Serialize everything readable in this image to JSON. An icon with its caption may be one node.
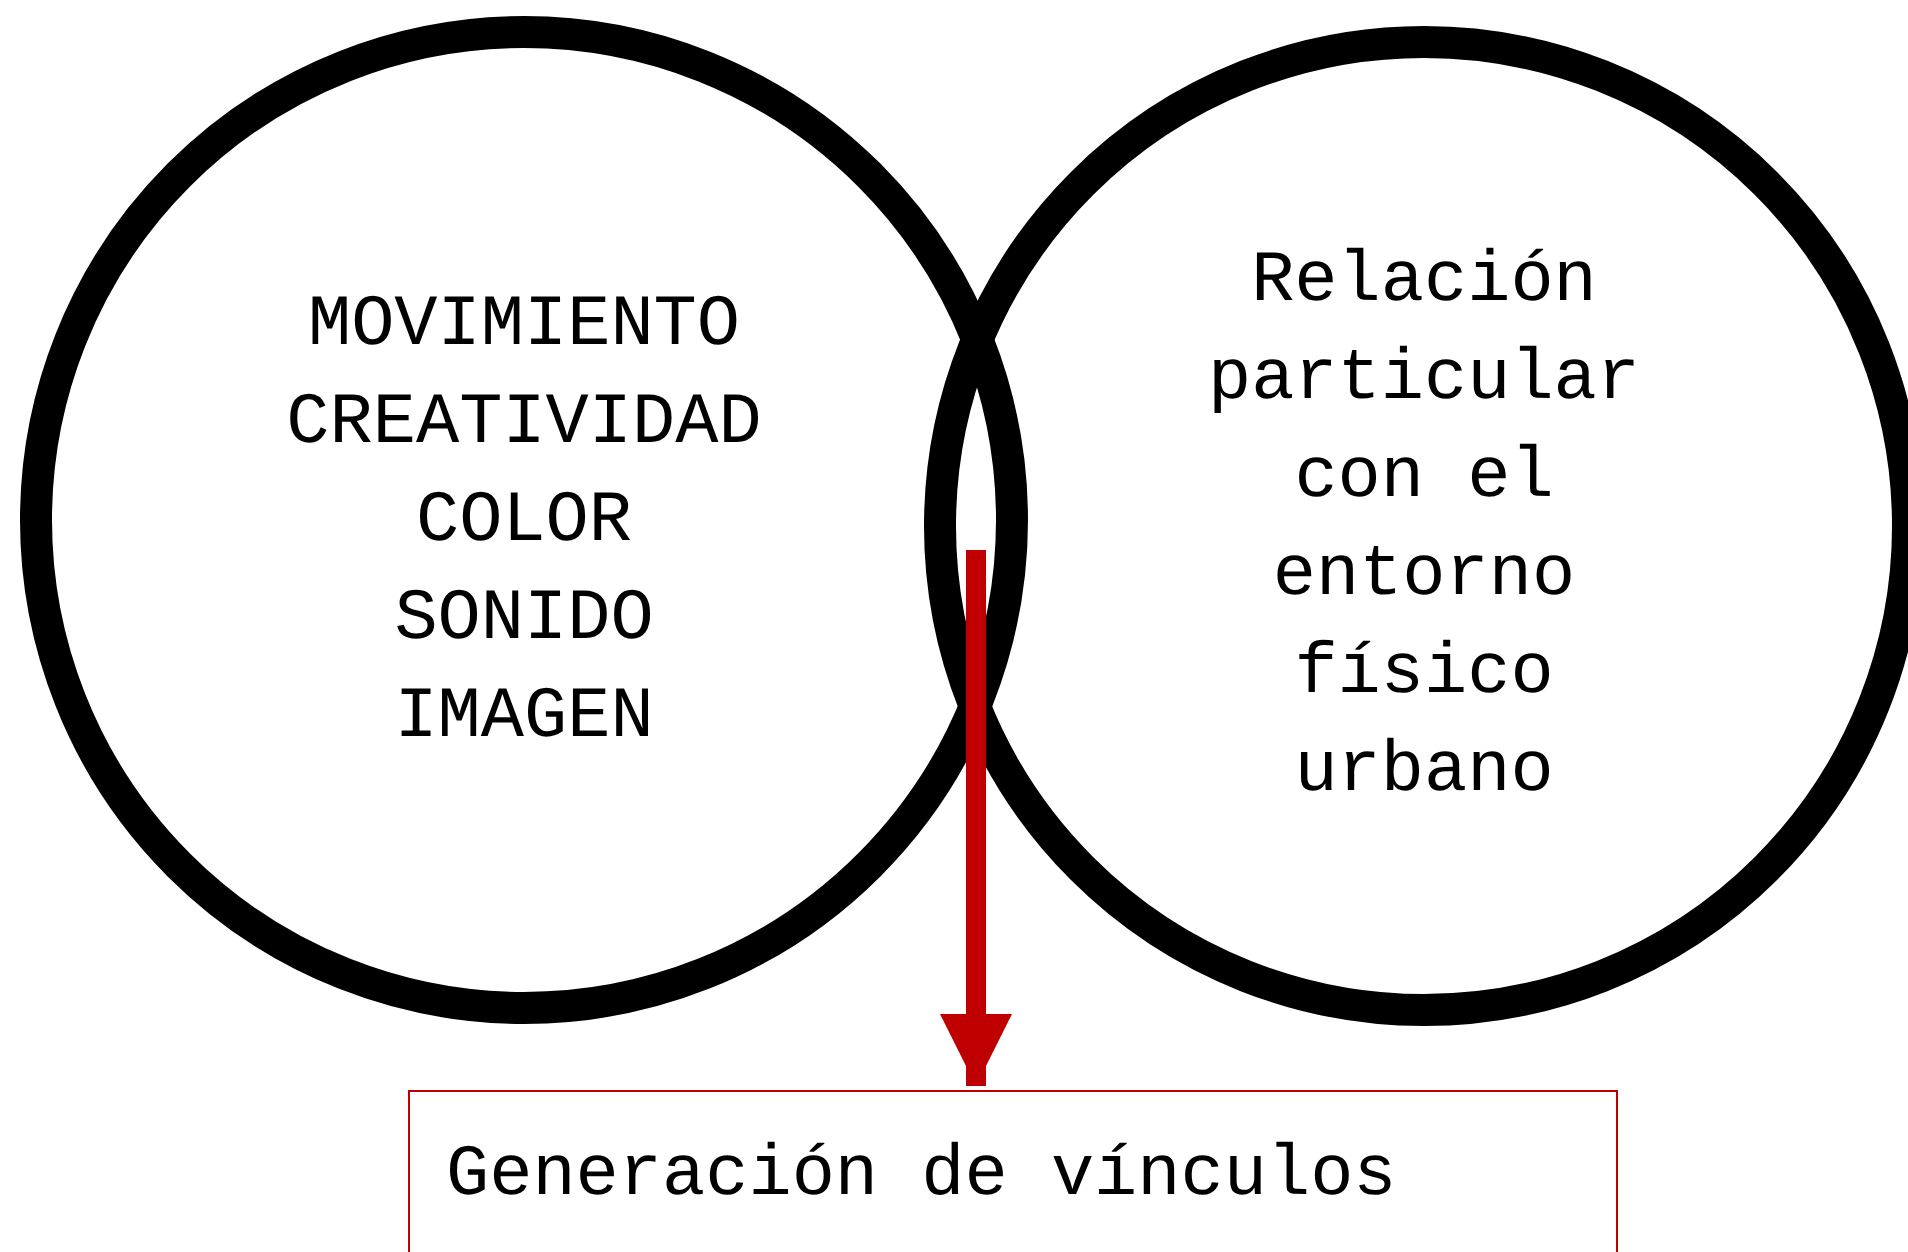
{
  "diagram": {
    "nodes": [
      {
        "text": [
          "MOVIMIENTO",
          "CREATIVIDAD",
          "COLOR",
          "SONIDO",
          "IMAGEN"
        ]
      },
      {
        "text": [
          "Relación particular con el entorno físico urbano"
        ]
      },
      {
        "text": [
          "Generación de vínculos"
        ]
      }
    ],
    "edges": [
      {
        "from": 0,
        "to": 2,
        "arrow": "to",
        "color": "#c00000"
      },
      {
        "from": 1,
        "to": 2,
        "arrow": "to",
        "color": "#c00000"
      }
    ]
  }
}
